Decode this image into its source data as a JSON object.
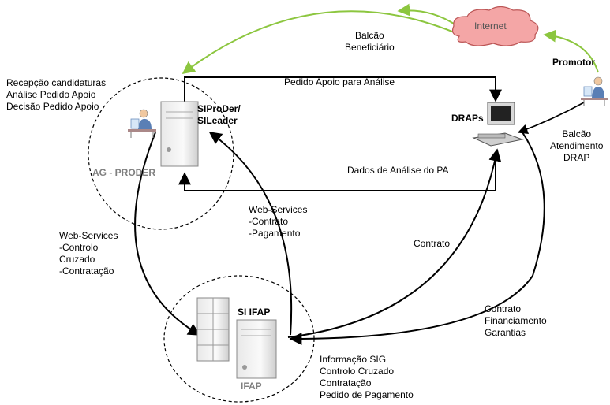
{
  "nodes": {
    "internet": "Internet",
    "promotor": "Promotor",
    "siproder": [
      "SIProDer/",
      "SILeader"
    ],
    "ag_proder": "AG - PRODER",
    "draps": "DRAPs",
    "si_ifap": "SI IFAP",
    "ifap": "IFAP"
  },
  "labels": {
    "balcao_beneficiario": [
      "Balcão",
      "Beneficiário"
    ],
    "balcao_atendimento": [
      "Balcão",
      "Atendimento",
      "DRAP"
    ],
    "ag_tasks": [
      "Recepção candidaturas",
      "Análise Pedido Apoio",
      "Decisão Pedido Apoio"
    ],
    "pedido_apoio": "Pedido Apoio para Análise",
    "dados_analise": "Dados de Análise do PA",
    "ws_contrato": [
      "Web-Services",
      "-Contrato",
      "-Pagamento"
    ],
    "ws_controlo": [
      "Web-Services",
      "-Controlo",
      "Cruzado",
      "-Contratação"
    ],
    "contrato": "Contrato",
    "contrato_fin": [
      "Contrato",
      "Financiamento",
      "Garantias"
    ],
    "info_sig": [
      "Informação SIG",
      "Controlo Cruzado",
      "Contratação",
      "Pedido de Pagamento"
    ]
  },
  "colors": {
    "green_arrow": "#8cc63f",
    "cloud": "#f4a6a6",
    "line": "#000000"
  }
}
